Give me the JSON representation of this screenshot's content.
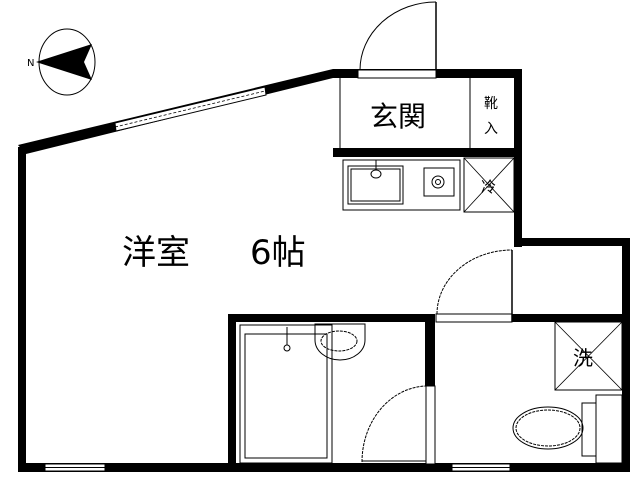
{
  "plan": {
    "compass_letter": "N",
    "rooms": {
      "western_room": "洋室",
      "western_room_size": "6帖",
      "entrance": "玄関",
      "shoe_storage_1": "靴",
      "shoe_storage_2": "入",
      "fridge": "冷",
      "laundry": "洗"
    }
  }
}
